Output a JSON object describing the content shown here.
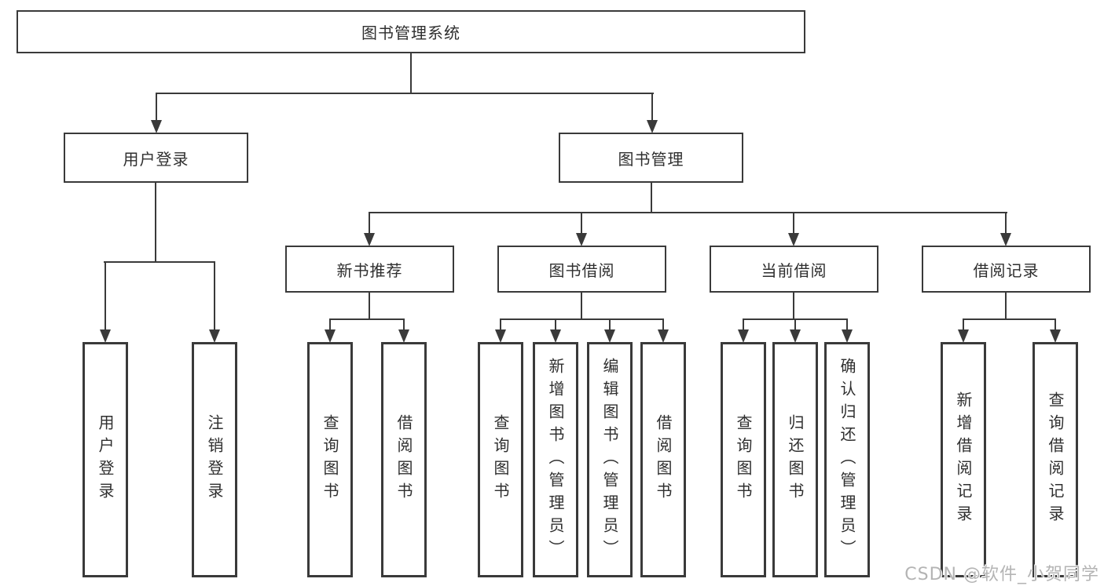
{
  "tree": {
    "root": "图书管理系统",
    "branches": [
      {
        "label": "用户登录",
        "leaves": [
          "用户登录",
          "注销登录"
        ]
      },
      {
        "label": "图书管理",
        "sections": [
          {
            "label": "新书推荐",
            "leaves": [
              "查询图书",
              "借阅图书"
            ]
          },
          {
            "label": "图书借阅",
            "leaves": [
              "查询图书",
              "新增图书（管理员）",
              "编辑图书（管理员）",
              "借阅图书"
            ]
          },
          {
            "label": "当前借阅",
            "leaves": [
              "查询图书",
              "归还图书",
              "确认归还（管理员）"
            ]
          },
          {
            "label": "借阅记录",
            "leaves": [
              "新增借阅记录",
              "查询借阅记录"
            ]
          }
        ]
      }
    ]
  },
  "watermark": "CSDN @软件_小贺同学",
  "colors": {
    "line": "#3a3a3a",
    "text": "#2f2f2f",
    "watermark": "#b4b4b4",
    "background": "#ffffff"
  }
}
